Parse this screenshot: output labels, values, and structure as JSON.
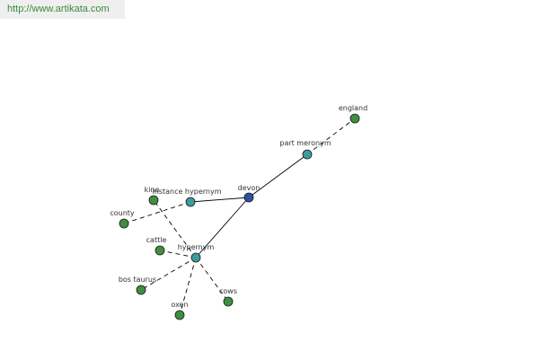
{
  "header": {
    "url_text": "http://www.artikata.com"
  },
  "colors": {
    "center": "#2f4fa0",
    "relation": "#3f9a9a",
    "word": "#3f8f3f",
    "edge": "#000000",
    "url": "#3a8a3a"
  },
  "graph": {
    "nodes": [
      {
        "id": "devon",
        "label": "devon",
        "kind": "center"
      },
      {
        "id": "part-meronym",
        "label": "part meronym",
        "kind": "relation"
      },
      {
        "id": "england",
        "label": "england",
        "kind": "word"
      },
      {
        "id": "instance-hypernym",
        "label": "instance hypernym",
        "kind": "relation"
      },
      {
        "id": "king",
        "label": "kine",
        "kind": "word"
      },
      {
        "id": "county",
        "label": "county",
        "kind": "word"
      },
      {
        "id": "hypernym",
        "label": "hypernym",
        "kind": "relation"
      },
      {
        "id": "cattle",
        "label": "cattle",
        "kind": "word"
      },
      {
        "id": "bos-taurus",
        "label": "bos taurus",
        "kind": "word"
      },
      {
        "id": "oxen",
        "label": "oxen",
        "kind": "word"
      },
      {
        "id": "cows",
        "label": "cows",
        "kind": "word"
      }
    ],
    "edges": [
      {
        "from": "devon",
        "to": "part-meronym",
        "style": "solid"
      },
      {
        "from": "devon",
        "to": "instance-hypernym",
        "style": "solid"
      },
      {
        "from": "devon",
        "to": "hypernym",
        "style": "solid"
      },
      {
        "from": "part-meronym",
        "to": "england",
        "style": "dashed"
      },
      {
        "from": "instance-hypernym",
        "to": "county",
        "style": "dashed"
      },
      {
        "from": "hypernym",
        "to": "king",
        "style": "dashed"
      },
      {
        "from": "hypernym",
        "to": "cattle",
        "style": "dashed"
      },
      {
        "from": "hypernym",
        "to": "bos-taurus",
        "style": "dashed"
      },
      {
        "from": "hypernym",
        "to": "oxen",
        "style": "dashed"
      },
      {
        "from": "hypernym",
        "to": "cows",
        "style": "dashed"
      }
    ]
  }
}
